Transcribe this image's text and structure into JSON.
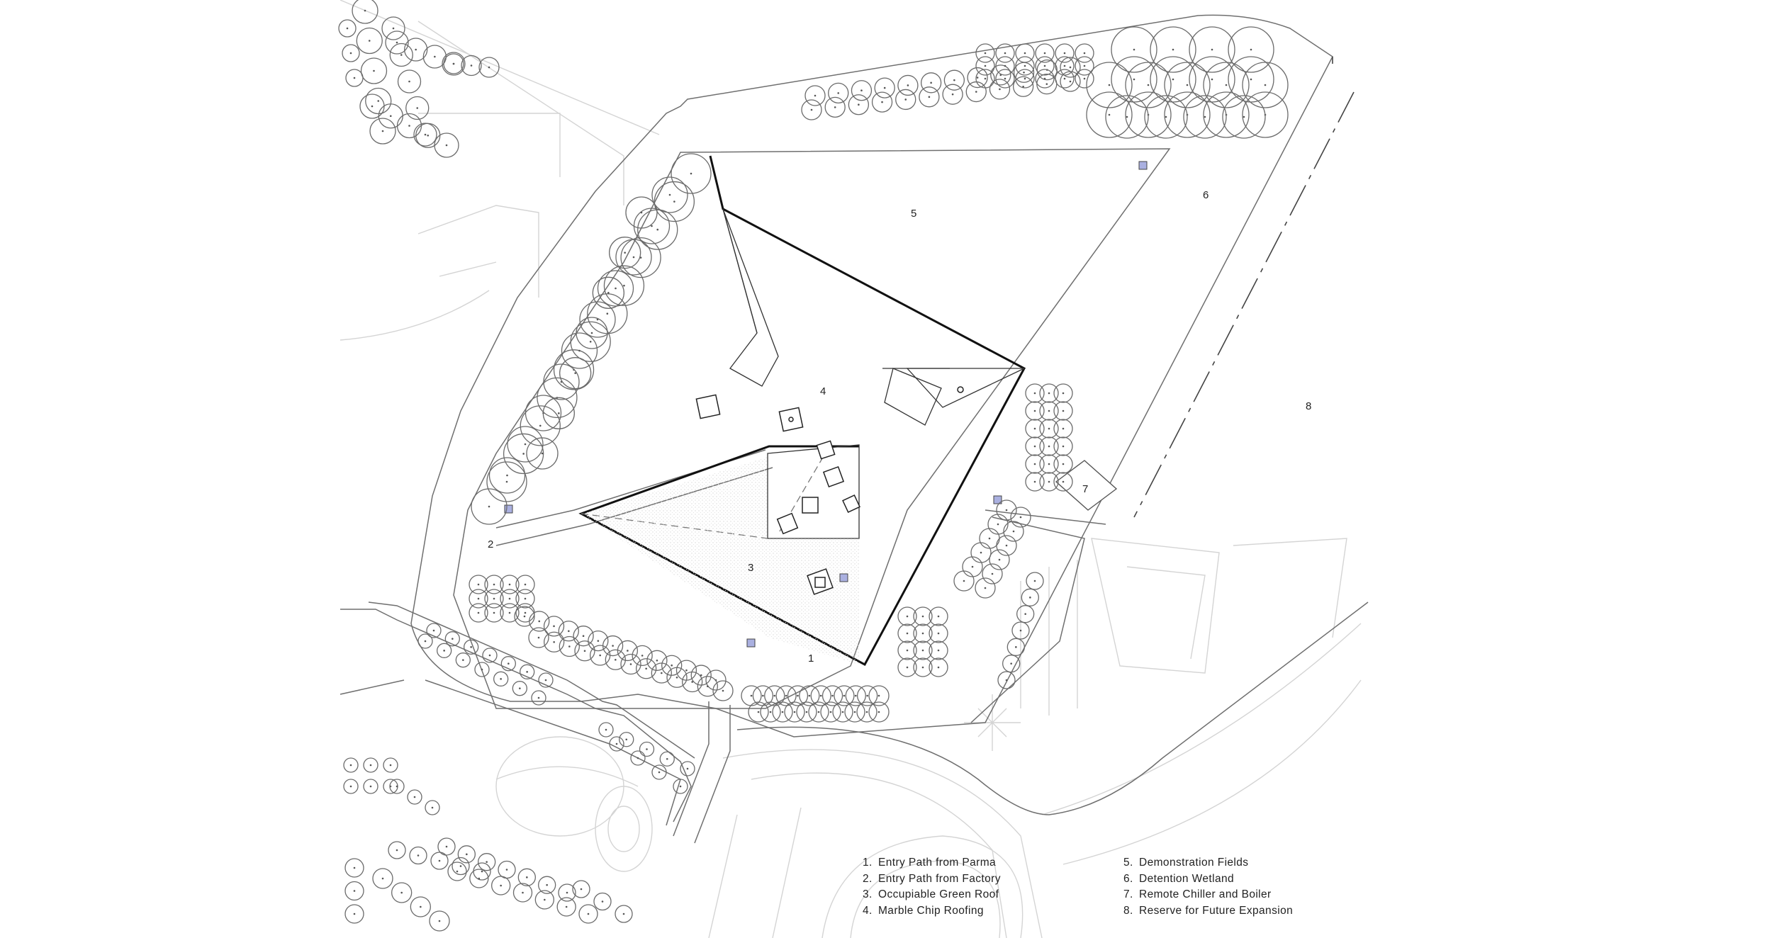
{
  "diagram": {
    "type": "site-plan",
    "area_numbers": [
      {
        "id": "1",
        "label": "1"
      },
      {
        "id": "2",
        "label": "2"
      },
      {
        "id": "3",
        "label": "3"
      },
      {
        "id": "4",
        "label": "4"
      },
      {
        "id": "5",
        "label": "5"
      },
      {
        "id": "6",
        "label": "6"
      },
      {
        "id": "7",
        "label": "7"
      },
      {
        "id": "8",
        "label": "8"
      }
    ],
    "legend": {
      "left": [
        {
          "num": "1.",
          "text": "Entry Path from Parma"
        },
        {
          "num": "2.",
          "text": "Entry Path from Factory"
        },
        {
          "num": "3.",
          "text": "Occupiable Green Roof"
        },
        {
          "num": "4.",
          "text": "Marble Chip Roofing"
        }
      ],
      "right": [
        {
          "num": "5.",
          "text": "Demonstration Fields"
        },
        {
          "num": "6.",
          "text": "Detention Wetland"
        },
        {
          "num": "7.",
          "text": "Remote Chiller and Boiler"
        },
        {
          "num": "8.",
          "text": "Reserve for Future Expansion"
        }
      ]
    },
    "colors": {
      "line": "#7a7a7a",
      "light_line": "#cfcfcf",
      "heavy_line": "#111111",
      "marker_fill": "#aab0e0",
      "texture": "#d9d9d9"
    }
  }
}
